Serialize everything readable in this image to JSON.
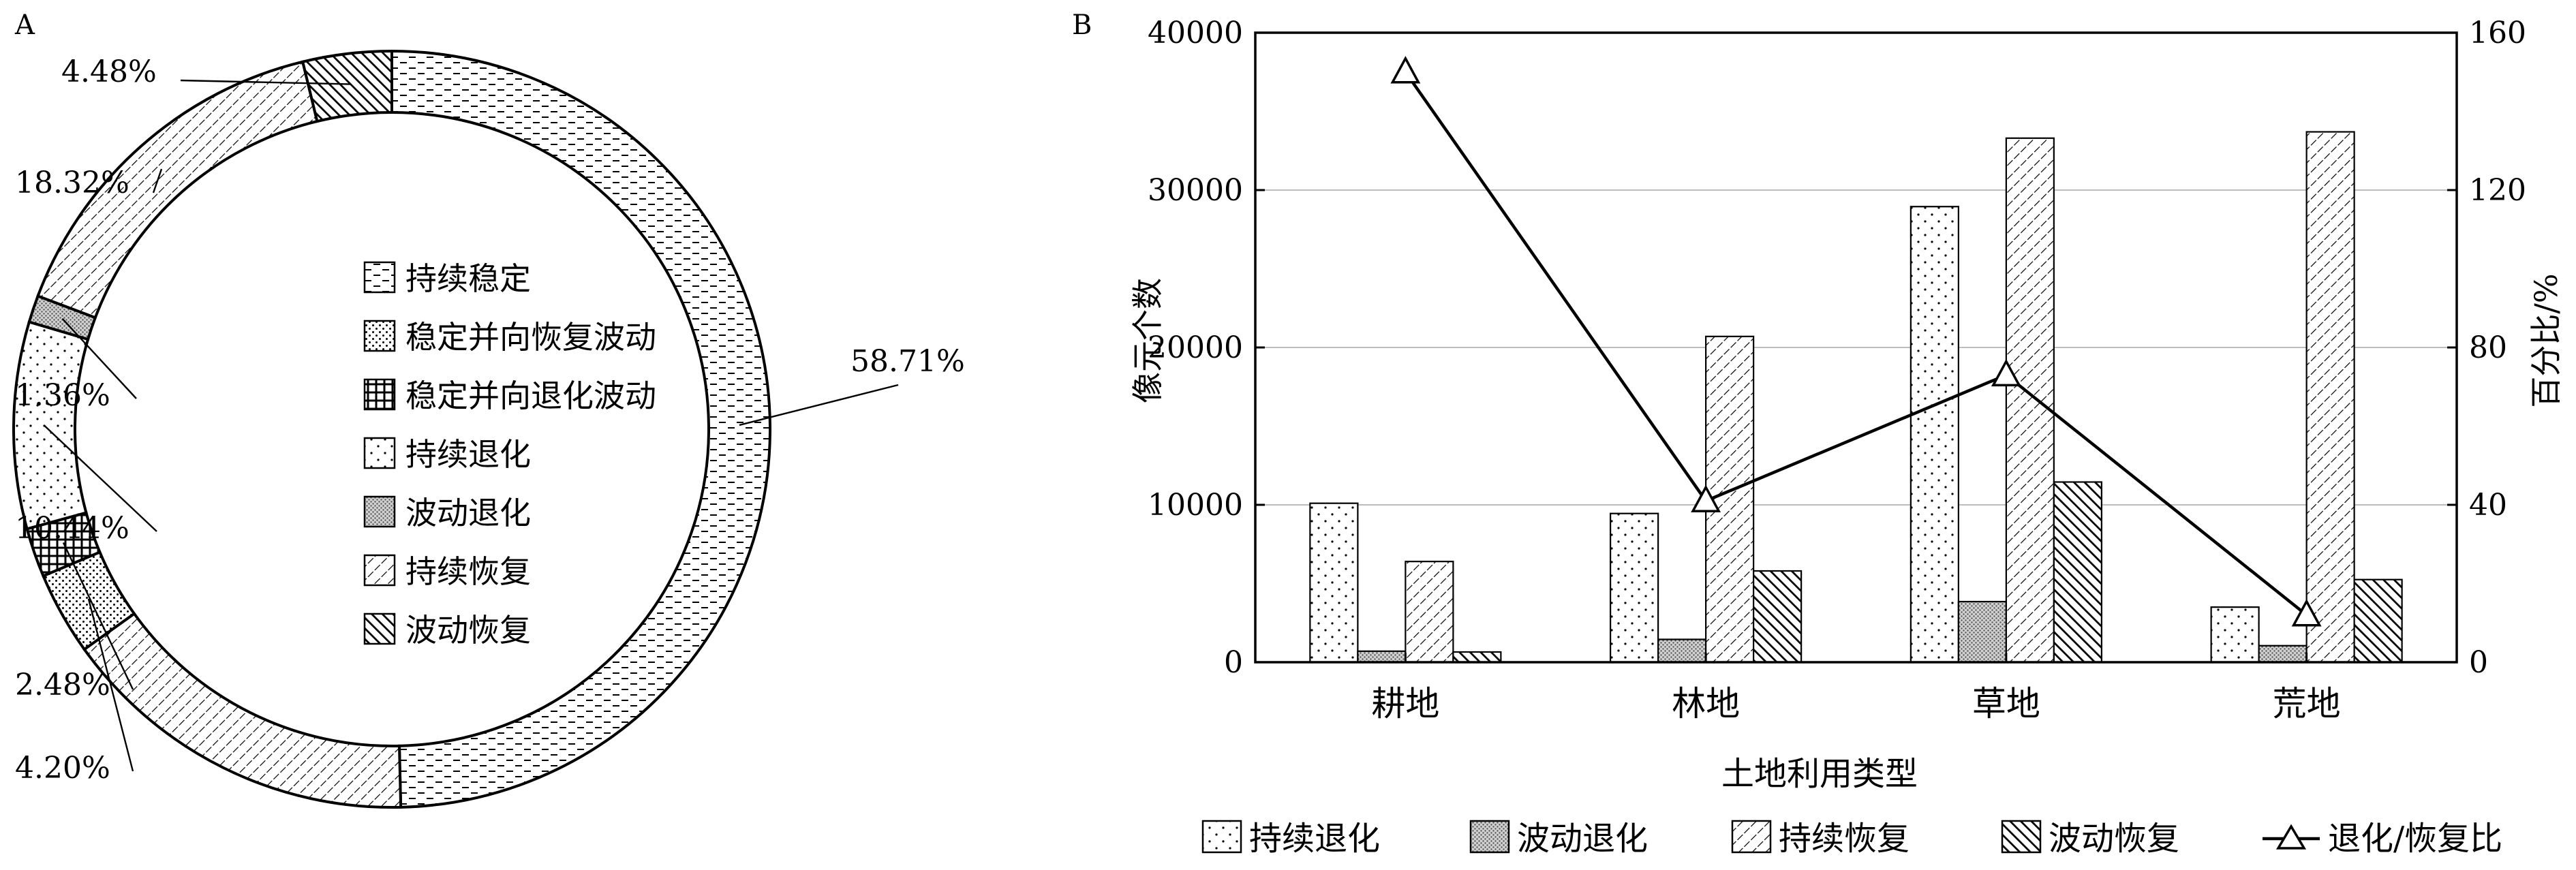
{
  "chart_data": [
    {
      "panel": "A",
      "type": "pie",
      "donut": true,
      "title": "",
      "legend": {
        "placement": "center",
        "entries": [
          "持续稳定",
          "稳定并向恢复波动",
          "稳定并向退化波动",
          "持续退化",
          "波动退化",
          "持续恢复",
          "波动恢复"
        ]
      },
      "slices": [
        {
          "name": "持续稳定",
          "value": 58.71,
          "label": "58.71%",
          "pattern": "dash"
        },
        {
          "name": "持续恢复",
          "value": 18.32,
          "label": "",
          "pattern": "backslash"
        },
        {
          "name": "稳定并向恢复波动",
          "value": 4.2,
          "label": "4.20%",
          "pattern": "dots-dense"
        },
        {
          "name": "稳定并向退化波动",
          "value": 2.48,
          "label": "2.48%",
          "pattern": "grid"
        },
        {
          "name": "持续退化",
          "value": 10.44,
          "label": "10.44%",
          "pattern": "dots"
        },
        {
          "name": "波动退化",
          "value": 1.36,
          "label": "1.36%",
          "pattern": "stipple"
        },
        {
          "name": "持续恢复",
          "value": 18.32,
          "label": "18.32%",
          "pattern": "backslash"
        },
        {
          "name": "波动恢复",
          "value": 4.48,
          "label": "4.48%",
          "pattern": "slash-bold"
        }
      ]
    },
    {
      "panel": "B",
      "type": "bar",
      "title": "",
      "xlabel": "土地利用类型",
      "ylabel": "像元个数",
      "y2label": "百分比/%",
      "categories": [
        "耕地",
        "林地",
        "草地",
        "荒地"
      ],
      "ylim": [
        0,
        40000
      ],
      "yticks": [
        0,
        10000,
        20000,
        30000,
        40000
      ],
      "y2lim": [
        0,
        160
      ],
      "y2ticks": [
        0,
        40,
        80,
        120,
        160
      ],
      "grid": true,
      "legend": {
        "placement": "bottom"
      },
      "series": [
        {
          "name": "持续退化",
          "kind": "bar",
          "pattern": "dots",
          "values": [
            10100,
            9450,
            28950,
            3500
          ]
        },
        {
          "name": "波动退化",
          "kind": "bar",
          "pattern": "stipple",
          "values": [
            700,
            1450,
            3850,
            1050
          ]
        },
        {
          "name": "持续恢复",
          "kind": "bar",
          "pattern": "backslash",
          "values": [
            6400,
            20700,
            33300,
            33700
          ]
        },
        {
          "name": "波动恢复",
          "kind": "bar",
          "pattern": "slash-bold",
          "values": [
            650,
            5800,
            11450,
            5250
          ]
        },
        {
          "name": "退化/恢复比",
          "kind": "line",
          "marker": "triangle",
          "axis": "right",
          "values": [
            150,
            41,
            73,
            12
          ]
        }
      ]
    }
  ]
}
